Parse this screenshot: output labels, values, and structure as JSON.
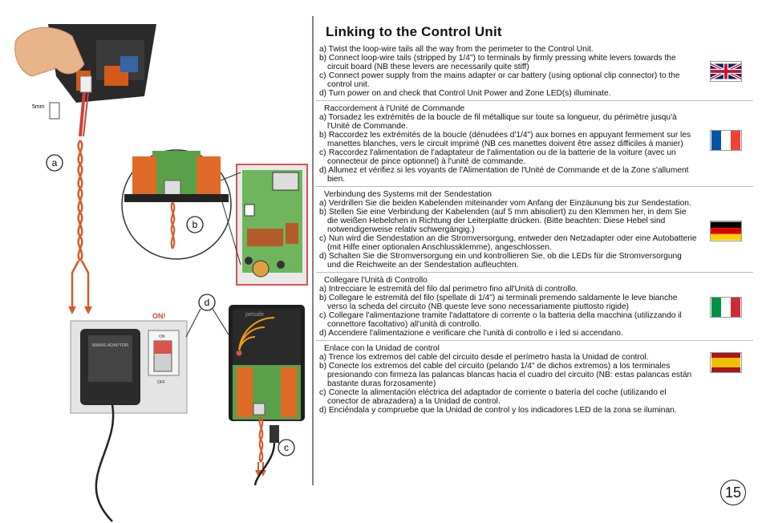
{
  "title": "Linking to the Control Unit",
  "page_number": "15",
  "illustration": {
    "callout_a": "a",
    "callout_b": "b",
    "callout_c": "c",
    "callout_d": "d",
    "measure": "5mm",
    "on_label": "ON!",
    "adapter_label": "MAINS ADAPTOR",
    "switch_on": "ON",
    "switch_off": "OFF",
    "device_brand": "petsafe"
  },
  "sections": [
    {
      "lang": "en",
      "flag": "uk-flag",
      "heading": "",
      "items": [
        {
          "label": "a)",
          "text": "Twist the loop-wire tails all the way from the perimeter to the Control Unit."
        },
        {
          "label": "b)",
          "text": "Connect loop-wire tails (stripped by 1/4\") to terminals by firmly pressing white levers towards the circuit board (NB these levers are necessarily quite stiff)"
        },
        {
          "label": "c)",
          "text": "Connect power supply from the mains adapter or car battery (using optional clip connector) to the control unit."
        },
        {
          "label": "d)",
          "text": "Turn power on and check that Control Unit Power and Zone LED(s) illuminate."
        }
      ]
    },
    {
      "lang": "fr",
      "flag": "france-flag",
      "heading": "Raccordement à l'Unité de Commande",
      "items": [
        {
          "label": "a)",
          "text": "Torsadez les extrémités de la boucle de fil métallique sur toute sa longueur, du périmètre jusqu'à l'Unité de Commande."
        },
        {
          "label": "b)",
          "text": "Raccordez les extrémités de la boucle (dénudées d'1/4\") aux bornes en appuyant fermement sur les manettes blanches, vers le circuit imprimé (NB ces manettes doivent être assez difficiles à manier)"
        },
        {
          "label": "c)",
          "text": "Raccordez l'alimentation de l'adaptateur de l'alimentation ou de la batterie de la voiture (avec un connecteur de pince optionnel) à l'unité de commande."
        },
        {
          "label": "d)",
          "text": "Allumez et vérifiez si les voyants de l'Alimentation de l'Unité de Commande et de la Zone s'allument bien."
        }
      ]
    },
    {
      "lang": "de",
      "flag": "germany-flag",
      "heading": "Verbindung des Systems mit der Sendestation",
      "items": [
        {
          "label": "a)",
          "text": "Verdrillen Sie die beiden Kabelenden miteinander vom Anfang der Einzäunung bis zur Sendestation."
        },
        {
          "label": "b)",
          "text": "Stellen Sie eine Verbindung der Kabelenden (auf 5 mm abisoliert) zu den Klemmen her, in dem Sie die weißen Hebelchen in Richtung der Leiterplatte drücken. (Bitte beachten: Diese Hebel sind notwendigerweise relativ schwergängig.)"
        },
        {
          "label": "c)",
          "text": "Nun wird die Sendestation an die Stromversorgung, entweder den Netzadapter oder eine Autobatterie (mit Hilfe einer optionalen Anschlussklemme), angeschlossen."
        },
        {
          "label": "d)",
          "text": "Schalten Sie die Stromversorgung ein und kontrollieren Sie, ob die LEDs für die Stromversorgung und die Reichweite an der Sendestation aufleuchten."
        }
      ]
    },
    {
      "lang": "it",
      "flag": "italy-flag",
      "heading": "Collegare l'Unità di Controllo",
      "items": [
        {
          "label": "a)",
          "text": "Intrecciare le estremità del filo dal perimetro fino all'Unità di controllo."
        },
        {
          "label": "b)",
          "text": "Collegare le estremità del filo (spellate di 1/4\") ai terminali premendo saldamente le leve bianche verso la scheda del circuito (NB queste leve sono necessariamente piuttosto rigide)"
        },
        {
          "label": "c)",
          "text": "Collegare l'alimentazione tramite l'adattatore di corrente o la batteria della macchina (utilizzando il connettore facoltativo) all'unità di controllo."
        },
        {
          "label": "d)",
          "text": "Accendere l'alimentazione e verificare che l'unità di controllo e i led si accendano."
        }
      ]
    },
    {
      "lang": "es",
      "flag": "spain-flag",
      "heading": "Enlace con la Unidad de control",
      "items": [
        {
          "label": "a)",
          "text": "Trence los extremos del cable del circuito desde el perímetro hasta la Unidad de control."
        },
        {
          "label": "b)",
          "text": "Conecte los extremos del cable del circuito (pelando 1/4\" de dichos extremos) a los terminales presionando con firmeza las palancas blancas hacia el cuadro del circuito (NB: estas palancas están bastante duras forzosamente)"
        },
        {
          "label": "c)",
          "text": "Conecte la alimentación eléctrica del adaptador de corriente o batería del coche (utilizando el conector de abrazadera) a la Unidad de control."
        },
        {
          "label": "d)",
          "text": "Enciéndala y compruebe que la Unidad de control y los indicadores LED de la zona se iluminan."
        }
      ]
    }
  ]
}
